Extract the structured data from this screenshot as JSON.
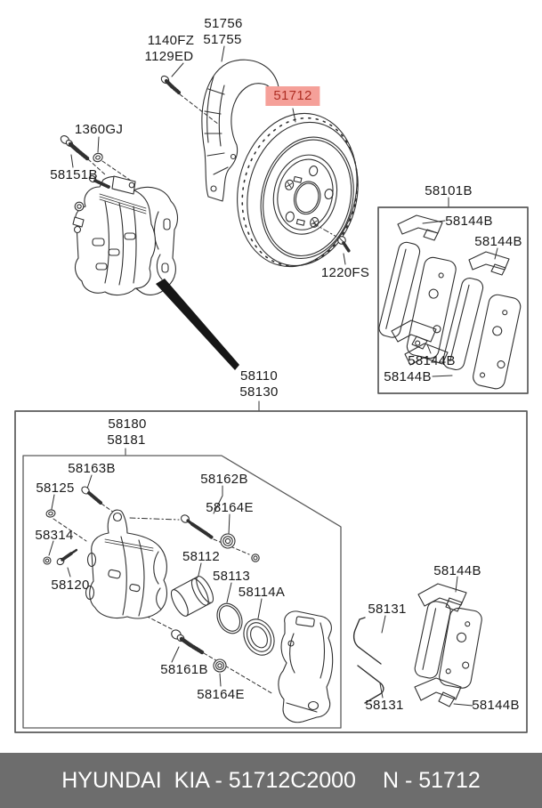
{
  "highlight": {
    "part_number": "51712",
    "bg_color": "#f5a099",
    "text_color": "#ae2e24"
  },
  "labels": {
    "l51756": "51756",
    "l51755": "51755",
    "l1140fz": "1140FZ",
    "l1129ed": "1129ED",
    "l1360gj": "1360GJ",
    "l58151b": "58151B",
    "l1220fs": "1220FS",
    "l58110": "58110",
    "l58130": "58130",
    "l58101b": "58101B",
    "l58144b": "58144B",
    "l58180": "58180",
    "l58181": "58181",
    "l58163b": "58163B",
    "l58125": "58125",
    "l58314": "58314",
    "l58120": "58120",
    "l58162b": "58162B",
    "l58164e": "58164E",
    "l58112": "58112",
    "l58113": "58113",
    "l58114a": "58114A",
    "l58161b": "58161B",
    "l58131": "58131"
  },
  "footer": {
    "left": "HYUNDAI  KIA - 51712C2000",
    "right": "N - 51712"
  },
  "colors": {
    "line": "#303030",
    "box_border": "#5a5a5a",
    "footer_bg": "#6d6d6d",
    "footer_text": "#ffffff"
  }
}
